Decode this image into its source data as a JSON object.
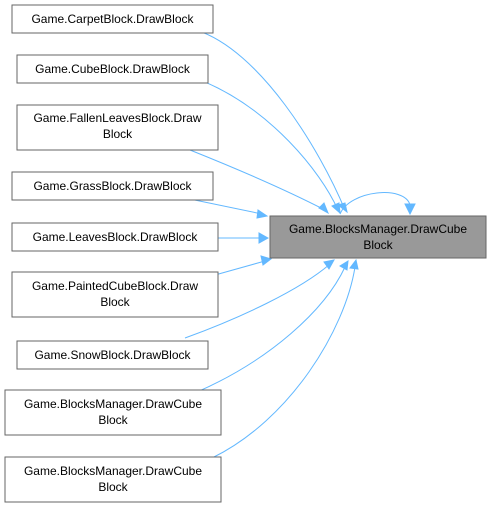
{
  "graph": {
    "target": {
      "lines": [
        "Game.BlocksManager.DrawCube",
        "Block"
      ]
    },
    "callers": [
      {
        "lines": [
          "Game.CarpetBlock.DrawBlock"
        ]
      },
      {
        "lines": [
          "Game.CubeBlock.DrawBlock"
        ]
      },
      {
        "lines": [
          "Game.FallenLeavesBlock.Draw",
          "Block"
        ]
      },
      {
        "lines": [
          "Game.GrassBlock.DrawBlock"
        ]
      },
      {
        "lines": [
          "Game.LeavesBlock.DrawBlock"
        ]
      },
      {
        "lines": [
          "Game.PaintedCubeBlock.Draw",
          "Block"
        ]
      },
      {
        "lines": [
          "Game.SnowBlock.DrawBlock"
        ]
      },
      {
        "lines": [
          "Game.BlocksManager.DrawCube",
          "Block"
        ]
      },
      {
        "lines": [
          "Game.BlocksManager.DrawCube",
          "Block"
        ]
      }
    ]
  },
  "colors": {
    "edge": "#63b8ff",
    "target_fill": "#999999",
    "node_border": "#666666",
    "node_fill": "#ffffff"
  }
}
